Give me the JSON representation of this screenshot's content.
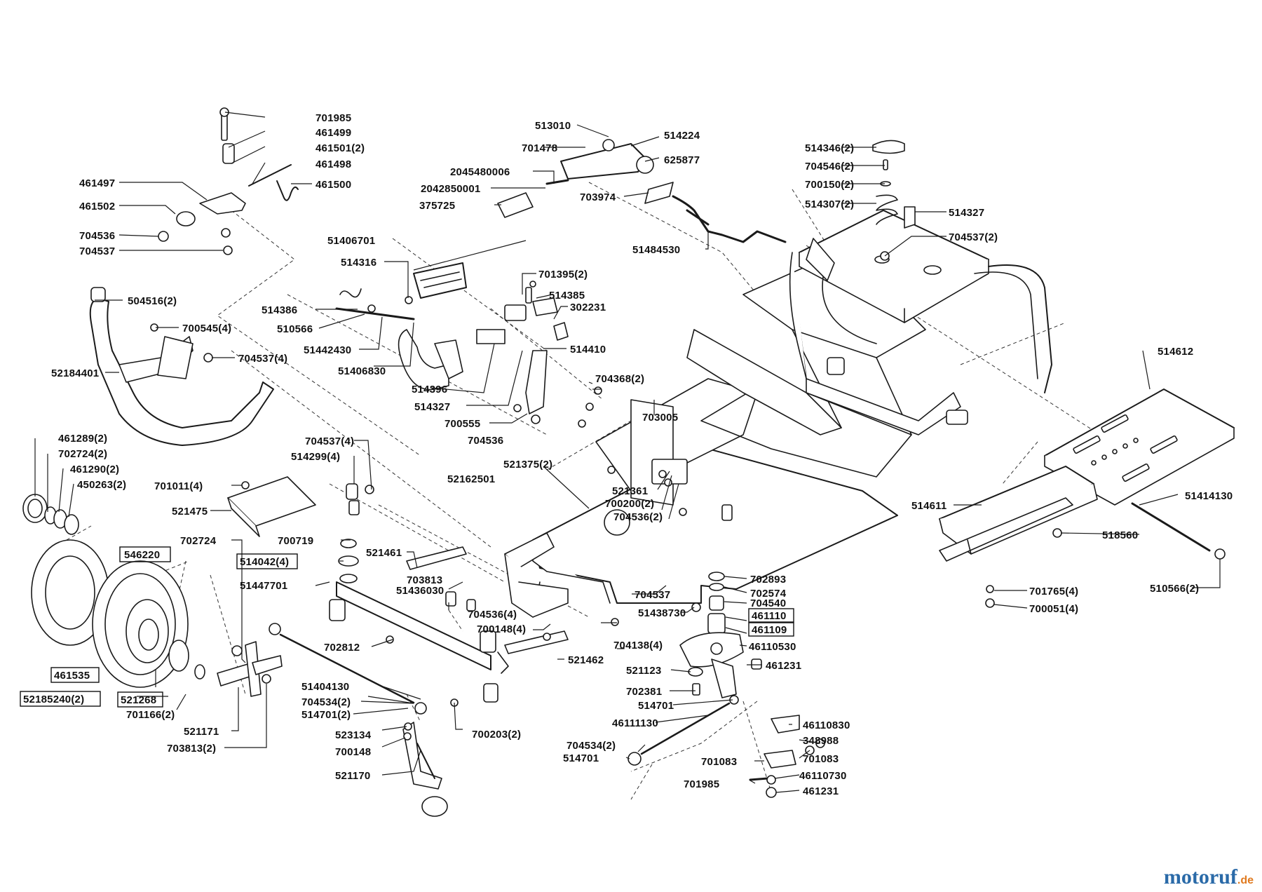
{
  "labels": {
    "p701985a": "701985",
    "p461499": "461499",
    "p461501": "461501(2)",
    "p461498": "461498",
    "p461497": "461497",
    "p461500": "461500",
    "p461502": "461502",
    "p704536a": "704536",
    "p704537a": "704537",
    "p504516": "504516(2)",
    "p700545": "700545(4)",
    "p704537b": "704537(4)",
    "p52184401": "52184401",
    "p461289": "461289(2)",
    "p702724b": "702724(2)",
    "p461290": "461290(2)",
    "p450263": "450263(2)",
    "p701011": "701011(4)",
    "p521475": "521475",
    "p704537c": "704537(4)",
    "p514299": "514299(4)",
    "p702724": "702724",
    "p546220": "546220",
    "p700719": "700719",
    "p514042": "514042(4)",
    "p51447701": "51447701",
    "p521461": "521461",
    "p703813a": "703813",
    "p51436030": "51436030",
    "p704536b": "704536(4)",
    "p700148b": "700148(4)",
    "p702812": "702812",
    "p521462": "521462",
    "p461535": "461535",
    "p52185240": "52185240(2)",
    "p521268": "521268",
    "p701166": "701166(2)",
    "p521171": "521171",
    "p703813b": "703813(2)",
    "p51404130": "51404130",
    "p704534a": "704534(2)",
    "p514701a": "514701(2)",
    "p523134": "523134",
    "p700148": "700148",
    "p700203": "700203(2)",
    "p521170": "521170",
    "p513010": "513010",
    "p514224": "514224",
    "p701478": "701478",
    "p625877": "625877",
    "p2045480006": "2045480006",
    "p2042850001": "2042850001",
    "p703974": "703974",
    "p375725": "375725",
    "p51484530": "51484530",
    "p51406701": "51406701",
    "p514316": "514316",
    "p701395": "701395(2)",
    "p514385": "514385",
    "p302231": "302231",
    "p514386": "514386",
    "p510566": "510566",
    "p51442430": "51442430",
    "p514410": "514410",
    "p51406830": "51406830",
    "p514396": "514396",
    "p514327a": "514327",
    "p700555": "700555",
    "p704536c": "704536",
    "p704368": "704368(2)",
    "p703005": "703005",
    "p521375": "521375(2)",
    "p52162501": "52162501",
    "p521361": "521361",
    "p700200": "700200(2)",
    "p704536d": "704536(2)",
    "p514346": "514346(2)",
    "p704546": "704546(2)",
    "p700150": "700150(2)",
    "p514307": "514307(2)",
    "p514327b": "514327",
    "p704537d": "704537(2)",
    "p514612": "514612",
    "p514611": "514611",
    "p51414130": "51414130",
    "p518560": "518560",
    "p510566b": "510566(2)",
    "p701765": "701765(4)",
    "p700051": "700051(4)",
    "p704537e": "704537",
    "p51438730": "51438730",
    "p704138": "704138(4)",
    "p702893": "702893",
    "p702574": "702574",
    "p704540": "704540",
    "p461110": "461110",
    "p461109": "461109",
    "p46110530": "46110530",
    "p521123": "521123",
    "p461231a": "461231",
    "p702381": "702381",
    "p514701b": "514701",
    "p46111130": "46111130",
    "p704534b": "704534(2)",
    "p514701c": "514701",
    "p46110830": "46110830",
    "p348988": "348988",
    "p701083a": "701083",
    "p701083b": "701083",
    "p701985b": "701985",
    "p46110730": "46110730",
    "p461231b": "461231"
  },
  "watermark": {
    "main": "motoruf",
    "tld": ".de"
  },
  "colors": {
    "ink": "#111111",
    "watermark_blue": "#2a6aa8",
    "watermark_orange": "#e07a1f"
  }
}
